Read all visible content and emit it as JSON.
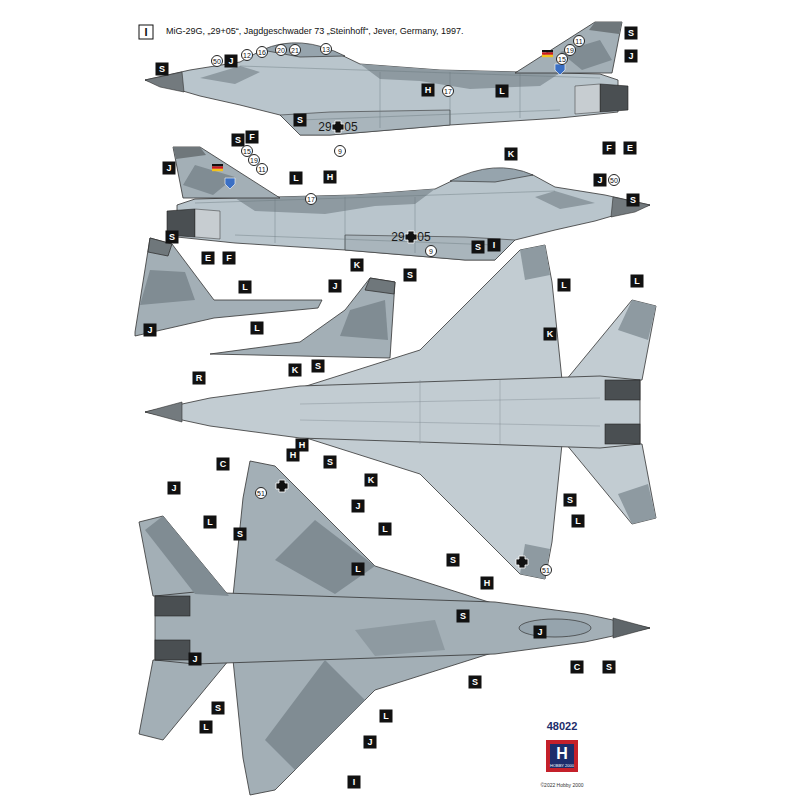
{
  "diagram": {
    "title": "MiG-29G, „29+05“, Jagdgeschwader 73 „Steinhoff“, Jever, Germany, 1997.",
    "labels": [
      "I",
      "S",
      "50",
      "J",
      "12",
      "16",
      "20",
      "21",
      "13",
      "11",
      "19",
      "15",
      "S",
      "J",
      "H",
      "17",
      "L",
      "F",
      "S",
      "29",
      "05",
      "9",
      "K",
      "F",
      "E",
      "S",
      "J",
      "15",
      "19",
      "11",
      "L",
      "H",
      "17",
      "J",
      "50",
      "S",
      "S",
      "E",
      "F",
      "K",
      "29",
      "05",
      "9",
      "S",
      "I",
      "L",
      "J",
      "S",
      "J",
      "L",
      "L",
      "K",
      "L",
      "R",
      "S",
      "K",
      "H",
      "S",
      "C",
      "K",
      "S",
      "L",
      "51",
      "H",
      "51",
      "J",
      "J",
      "L",
      "S",
      "L",
      "L",
      "S",
      "H",
      "S",
      "J",
      "C",
      "S",
      "S",
      "J",
      "S",
      "L",
      "L",
      "J",
      "I",
      "48022",
      "H",
      "HOBBY 2000",
      "©2022 Hobby 2000"
    ]
  }
}
